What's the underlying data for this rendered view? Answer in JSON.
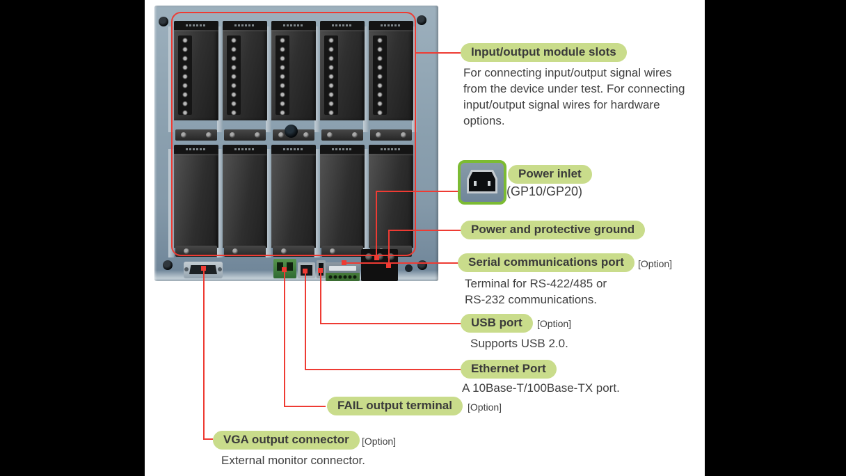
{
  "colors": {
    "background": "#000000",
    "page": "#ffffff",
    "accent_red": "#ee3b33",
    "pill_green": "#c9dc8b",
    "photo_border_green": "#7cbb33",
    "panel_blue_gray": "#8499a9",
    "text": "#3f3f3f"
  },
  "callouts": {
    "io_slots": {
      "label": "Input/output module slots",
      "description": "For connecting input/output signal wires from the device under test.  For connecting input/output signal wires for hardware options."
    },
    "power_inlet": {
      "label": "Power inlet",
      "note": "(GP10/GP20)"
    },
    "ground": {
      "label": "Power and protective ground"
    },
    "serial": {
      "label": "Serial communications port",
      "option": "[Option]",
      "description": "Terminal for RS-422/485 or RS-232 communications."
    },
    "usb": {
      "label": "USB port",
      "option": "[Option]",
      "description": "Supports USB 2.0."
    },
    "ethernet": {
      "label": "Ethernet Port",
      "description": "A 10Base-T/100Base-TX port."
    },
    "fail": {
      "label": "FAIL output terminal",
      "option": "[Option]"
    },
    "vga": {
      "label": "VGA output connector",
      "option": "[Option]",
      "description": "External monitor connector."
    }
  }
}
